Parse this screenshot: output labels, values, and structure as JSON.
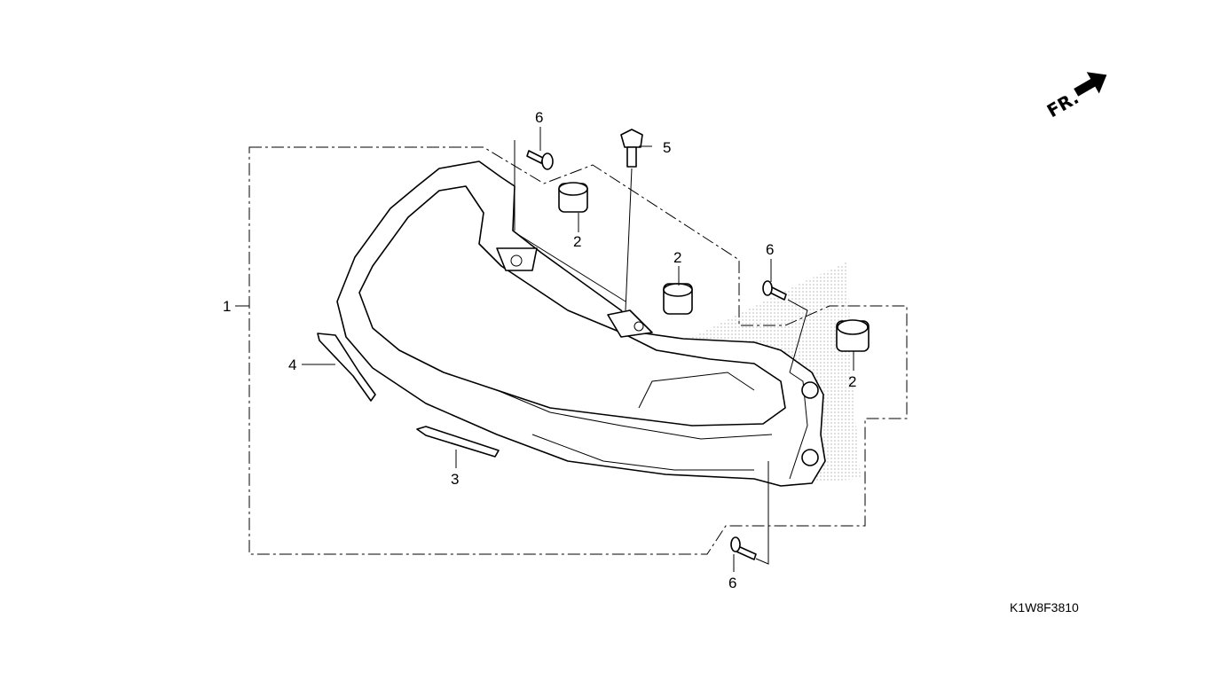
{
  "diagram": {
    "direction_label": "FR.",
    "diagram_code": "K1W8F3810",
    "callouts": {
      "c1": "1",
      "c2a": "2",
      "c2b": "2",
      "c2c": "2",
      "c3": "3",
      "c4": "4",
      "c5": "5",
      "c6a": "6",
      "c6b": "6",
      "c6c": "6"
    }
  }
}
